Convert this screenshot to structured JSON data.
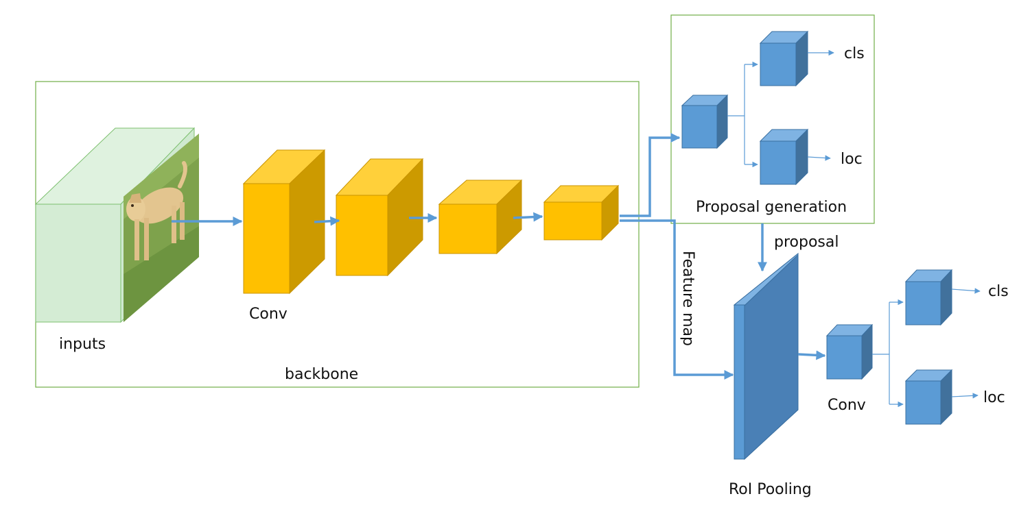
{
  "labels": {
    "inputs": "inputs",
    "backbone": "backbone",
    "conv_backbone": "Conv",
    "proposal_generation": "Proposal generation",
    "proposal": "proposal",
    "feature_map": "Feature map",
    "roi_pooling": "RoI Pooling",
    "conv_head": "Conv",
    "cls_rpn": "cls",
    "loc_rpn": "loc",
    "cls_head": "cls",
    "loc_head": "loc"
  },
  "colors": {
    "frame_green": "#70ad47",
    "input_face": "#d4ecd4",
    "input_edge": "#7cbf6e",
    "conv_front": "#ffc000",
    "conv_top": "#ffd03a",
    "conv_side": "#cc9a00",
    "conv_edge": "#c89300",
    "blue_front": "#5b9bd5",
    "blue_top": "#7fb3e3",
    "blue_side": "#41719c",
    "blue_edge": "#3a6fa0",
    "arrow": "#5b9bd5"
  },
  "icons": {
    "input_photo": "dog-photo-icon"
  }
}
